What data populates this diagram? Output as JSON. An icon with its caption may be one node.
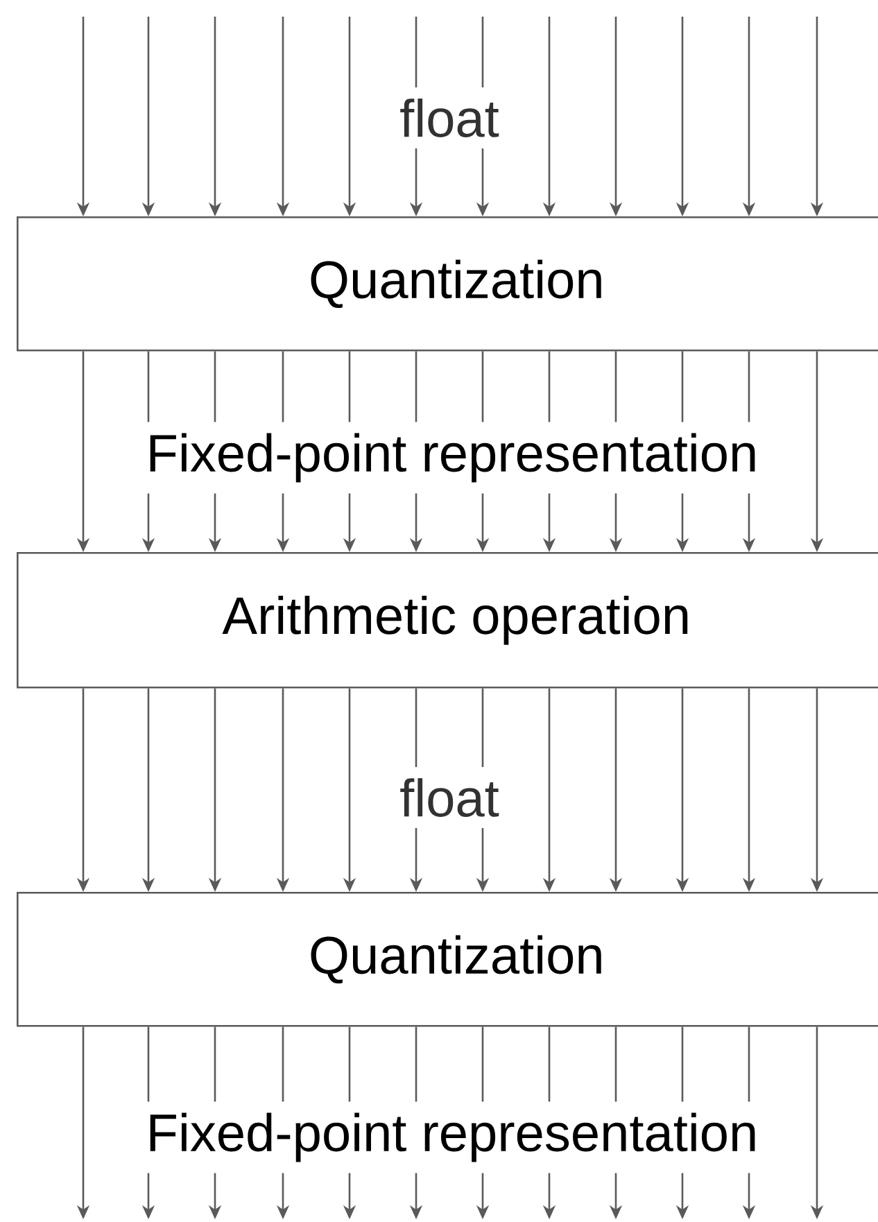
{
  "diagram": {
    "nodes": [
      {
        "text": [
          "Quantization"
        ]
      },
      {
        "text": [
          "Arithmetic operation"
        ]
      },
      {
        "text": [
          "Quantization"
        ]
      }
    ],
    "edges": [
      {
        "from": null,
        "to": 0,
        "arrow": "to"
      },
      {
        "from": null,
        "to": 0,
        "arrow": "to"
      },
      {
        "from": null,
        "to": 0,
        "arrow": "to"
      },
      {
        "from": null,
        "to": 0,
        "arrow": "to"
      },
      {
        "from": null,
        "to": 0,
        "arrow": "to"
      },
      {
        "from": null,
        "to": 0,
        "arrow": "to"
      },
      {
        "from": null,
        "to": 0,
        "arrow": "to"
      },
      {
        "from": null,
        "to": 0,
        "arrow": "to"
      },
      {
        "from": null,
        "to": 0,
        "arrow": "to"
      },
      {
        "from": null,
        "to": 0,
        "arrow": "to"
      },
      {
        "from": null,
        "to": 0,
        "arrow": "to"
      },
      {
        "from": null,
        "to": 0,
        "arrow": "to"
      },
      {
        "from": 0,
        "to": 1,
        "arrow": "to"
      },
      {
        "from": 0,
        "to": 1,
        "arrow": "to"
      },
      {
        "from": 0,
        "to": 1,
        "arrow": "to"
      },
      {
        "from": 0,
        "to": 1,
        "arrow": "to"
      },
      {
        "from": 0,
        "to": 1,
        "arrow": "to"
      },
      {
        "from": 0,
        "to": 1,
        "arrow": "to"
      },
      {
        "from": 0,
        "to": 1,
        "arrow": "to"
      },
      {
        "from": 0,
        "to": 1,
        "arrow": "to"
      },
      {
        "from": 0,
        "to": 1,
        "arrow": "to"
      },
      {
        "from": 0,
        "to": 1,
        "arrow": "to"
      },
      {
        "from": 0,
        "to": 1,
        "arrow": "to"
      },
      {
        "from": 0,
        "to": 1,
        "arrow": "to"
      },
      {
        "from": 1,
        "to": 2,
        "arrow": "to"
      },
      {
        "from": 1,
        "to": 2,
        "arrow": "to"
      },
      {
        "from": 1,
        "to": 2,
        "arrow": "to"
      },
      {
        "from": 1,
        "to": 2,
        "arrow": "to"
      },
      {
        "from": 1,
        "to": 2,
        "arrow": "to"
      },
      {
        "from": 1,
        "to": 2,
        "arrow": "to"
      },
      {
        "from": 1,
        "to": 2,
        "arrow": "to"
      },
      {
        "from": 1,
        "to": 2,
        "arrow": "to"
      },
      {
        "from": 1,
        "to": 2,
        "arrow": "to"
      },
      {
        "from": 1,
        "to": 2,
        "arrow": "to"
      },
      {
        "from": 1,
        "to": 2,
        "arrow": "to"
      },
      {
        "from": 1,
        "to": 2,
        "arrow": "to"
      },
      {
        "from": 2,
        "to": null,
        "arrow": "to"
      },
      {
        "from": 2,
        "to": null,
        "arrow": "to"
      },
      {
        "from": 2,
        "to": null,
        "arrow": "to"
      },
      {
        "from": 2,
        "to": null,
        "arrow": "to"
      },
      {
        "from": 2,
        "to": null,
        "arrow": "to"
      },
      {
        "from": 2,
        "to": null,
        "arrow": "to"
      },
      {
        "from": 2,
        "to": null,
        "arrow": "to"
      },
      {
        "from": 2,
        "to": null,
        "arrow": "to"
      },
      {
        "from": 2,
        "to": null,
        "arrow": "to"
      },
      {
        "from": 2,
        "to": null,
        "arrow": "to"
      },
      {
        "from": 2,
        "to": null,
        "arrow": "to"
      },
      {
        "from": 2,
        "to": null,
        "arrow": "to"
      }
    ],
    "labels": [
      "float",
      "Fixed-point representation",
      "float",
      "Fixed-point representation"
    ]
  }
}
